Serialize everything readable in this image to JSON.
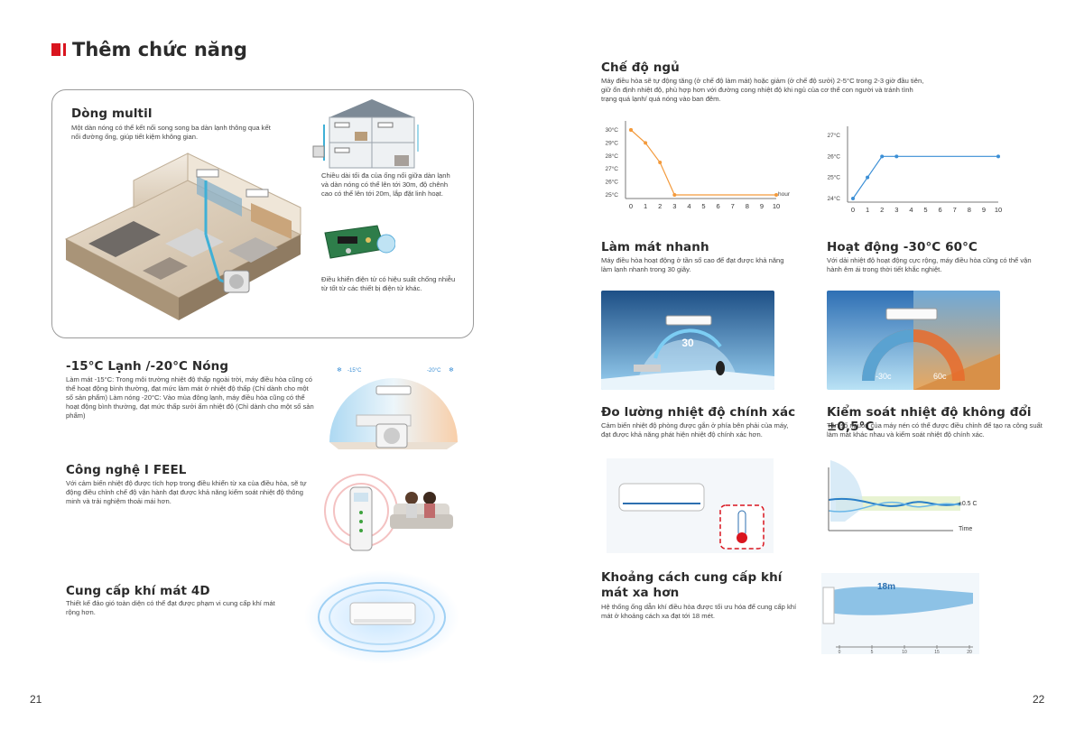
{
  "page": {
    "title": "Thêm chức năng",
    "left_number": "21",
    "right_number": "22"
  },
  "multi": {
    "title": "Dòng multil",
    "desc": "Một dàn nóng có thể kết nối song song ba dàn lạnh thông qua kết nối đường ống, giúp tiết kiệm không gian.",
    "pipe_note": "Chiều dài tối đa của ống nối giữa dàn lạnh và dàn nóng có thể lên tới 30m, độ chênh cao có thể lên tới 20m, lắp đặt linh hoạt.",
    "control_note": "Điều khiển điện tử có hiệu suất chống nhiễu từ tốt từ các thiết bị điện tử khác."
  },
  "cold_hot": {
    "title": "-15°C Lạnh /-20°C Nóng",
    "desc": "Làm mát -15°C: Trong môi trường nhiệt độ thấp ngoài trời, máy điều hòa cũng có thể hoạt động bình thường, đạt mức làm mát ở nhiệt độ thấp (Chỉ dành cho một số sản phẩm) Làm nóng -20°C: Vào mùa đông lạnh, máy điều hòa cũng có thể hoạt động bình thường, đạt mức thấp sưởi ấm nhiệt độ (Chỉ dành cho một số sản phẩm)",
    "left_label": "-15°C",
    "right_label": "-20°C"
  },
  "ifeel": {
    "title": "Công nghệ I FEEL",
    "desc": "Với cảm biến nhiệt độ được tích hợp trong điều khiển từ xa của điều hòa, sẽ tự động điều chỉnh chế độ vận hành đạt được khả năng kiểm soát nhiệt độ thông minh và trải nghiệm thoải mái hơn."
  },
  "air4d": {
    "title": "Cung cấp khí mát 4D",
    "desc": "Thiết kế đảo gió toàn diện có thể đạt được phạm vi cung cấp khí mát rộng hơn."
  },
  "sleep": {
    "title": "Chế độ ngủ",
    "desc": "Máy điều hòa sẽ tự động tăng (ở chế độ làm mát) hoặc giảm (ở chế độ sưởi) 2-5°C trong 2-3 giờ đầu tiên, giữ ổn định nhiệt độ, phù hợp hơn với đường cong nhiệt độ khi ngủ của cơ thể con người và tránh tình trạng quá lạnh/ quá nóng vào ban đêm."
  },
  "fastcool": {
    "title": "Làm mát nhanh",
    "desc": "Máy điều hòa hoạt động ở tần số cao để đạt được khả năng làm lạnh nhanh trong 30 giây.",
    "badge": "30"
  },
  "range": {
    "title": "Hoạt động -30°C 60°C",
    "desc": "Với dải nhiệt độ hoạt động cực rộng, máy điều hòa cũng có thể vận hành êm ái trong thời tiết khắc nghiệt.",
    "cold_label": "-30c",
    "hot_label": "60c"
  },
  "measure": {
    "title": "Đo lường nhiệt độ chính xác",
    "desc": "Cảm biến nhiệt độ phòng được gắn ở phía bên phải của máy, đạt được khả năng phát hiện nhiệt độ chính xác hơn."
  },
  "constant": {
    "title": "Kiểm soát nhiệt độ không đổi ±0,5°C",
    "desc": "Tần số nguồn của máy nén có thể được điều chỉnh để tạo ra công suất làm mát khác nhau và kiểm soát nhiệt độ chính xác.",
    "band_label": "±0.5 C",
    "time_label": "Time"
  },
  "distance": {
    "title": "Khoảng cách cung cấp khí mát xa hơn",
    "desc": "Hệ thống ống dẫn khí điều hòa được tối ưu hóa để cung cấp khí mát ở khoảng cách xa đạt tới 18 mét.",
    "badge": "18m",
    "ticks": [
      "0",
      "5",
      "10",
      "15",
      "20"
    ]
  },
  "colors": {
    "accent": "#d9151f",
    "orange": "#f39a3c",
    "blue": "#3b8fd6"
  },
  "chart_data": [
    {
      "type": "line",
      "x_labels": [
        "0",
        "1",
        "2",
        "3",
        "4",
        "5",
        "6",
        "7",
        "8",
        "9",
        "10"
      ],
      "x_unit": "hour",
      "y_labels": [
        "30°C",
        "29°C",
        "28°C",
        "27°C",
        "26°C",
        "25°C"
      ],
      "series": [
        {
          "x": [
            0,
            0,
            1,
            2,
            3,
            10
          ],
          "y": [
            30,
            30,
            29,
            27.5,
            25,
            25
          ]
        }
      ]
    },
    {
      "type": "line",
      "x_labels": [
        "0",
        "1",
        "2",
        "3",
        "4",
        "5",
        "6",
        "7",
        "8",
        "9",
        "10"
      ],
      "y_labels": [
        "27°C",
        "26°C",
        "25°C",
        "24°C"
      ],
      "series": [
        {
          "x": [
            0,
            1,
            2,
            3,
            10
          ],
          "y": [
            24,
            25,
            26,
            26,
            26
          ]
        }
      ]
    }
  ]
}
